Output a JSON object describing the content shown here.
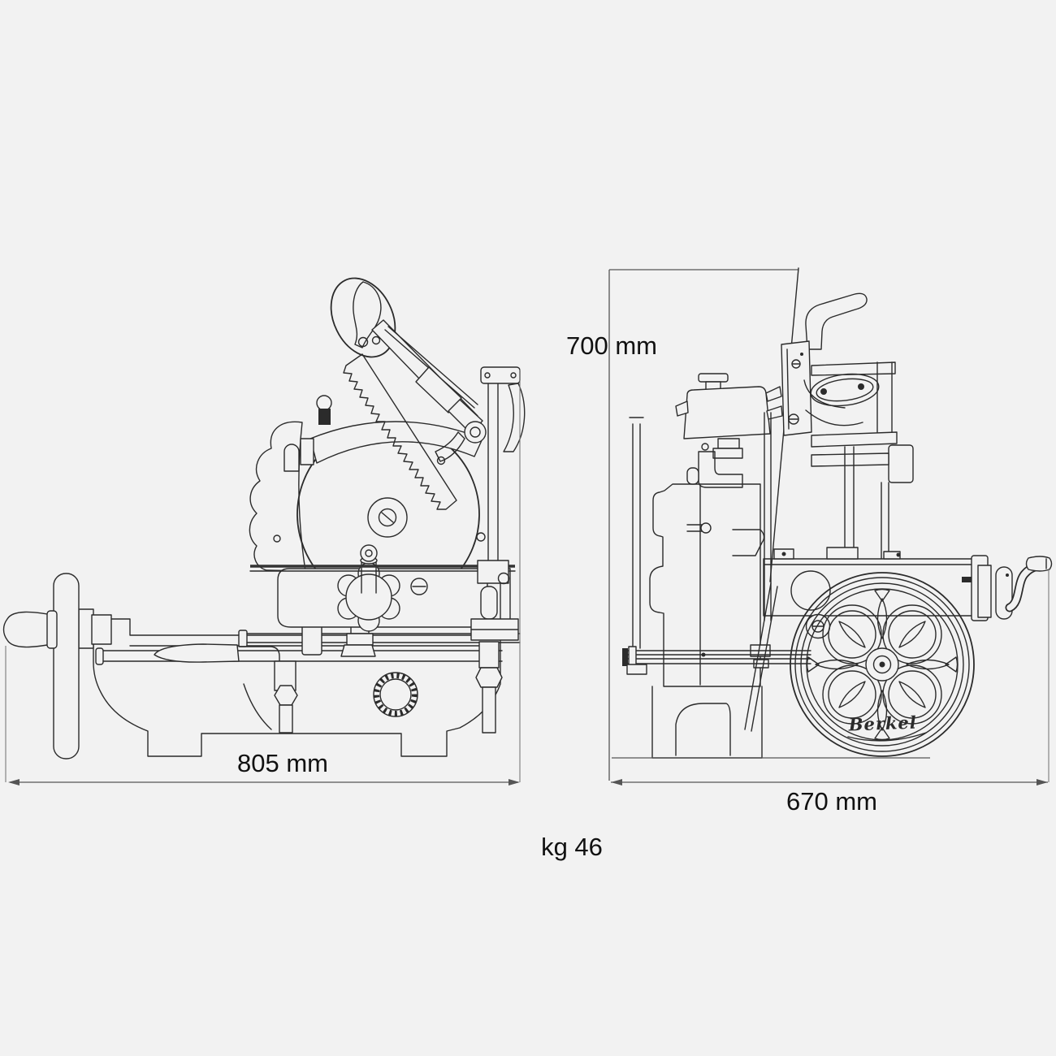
{
  "page": {
    "background": "#f2f2f2"
  },
  "drawing": {
    "type": "technical-dimension-diagram",
    "subject": "Manual flywheel slicer, two orthographic views with overall dimensions",
    "brand_script": "Berkel",
    "labels": {
      "width": "805 mm",
      "height": "700 mm",
      "depth": "670 mm",
      "weight": "kg 46"
    },
    "dimensions": {
      "width_mm": 805,
      "height_mm": 700,
      "depth_mm": 670,
      "weight_kg": 46
    },
    "colors": {
      "background": "#f2f2f2",
      "line": "#2b2b2b",
      "dimension": "#555555",
      "text": "#111111"
    }
  }
}
